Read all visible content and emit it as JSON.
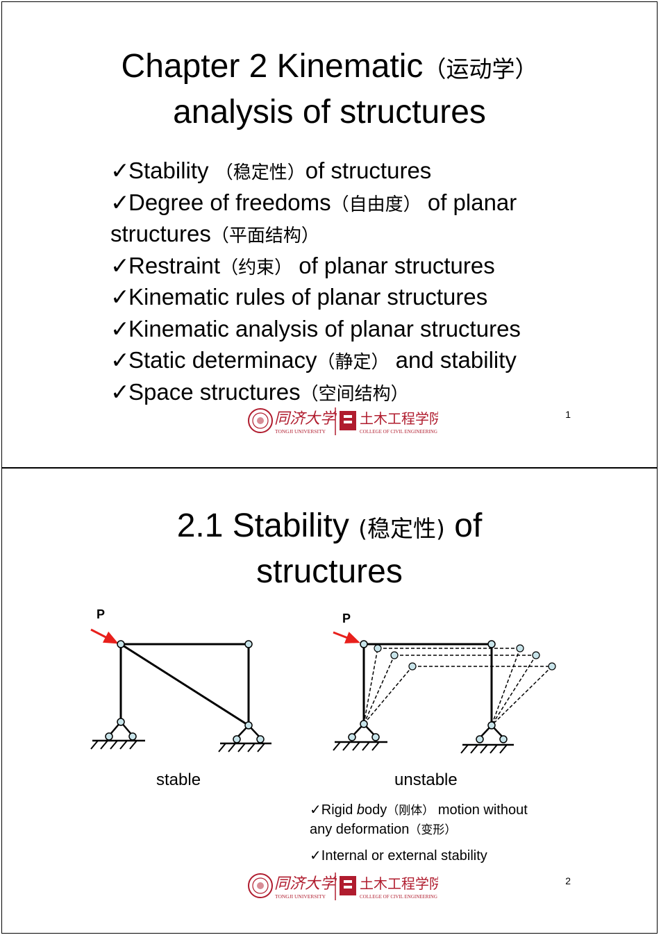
{
  "slide1": {
    "title_line1_en": "Chapter 2 Kinematic",
    "title_line1_cn": "（运动学）",
    "title_line2": "analysis of structures",
    "bullets": [
      {
        "check": "✓",
        "en": "Stability ",
        "cn": "（稳定性）",
        "en2": "of structures"
      },
      {
        "check": "✓",
        "en": "Degree of freedoms",
        "cn": "（自由度）",
        "en2": " of planar"
      },
      {
        "check": "",
        "en": "structures",
        "cn": "（平面结构）",
        "en2": ""
      },
      {
        "check": "✓",
        "en": "Restraint",
        "cn": "（约束）",
        "en2": " of planar structures"
      },
      {
        "check": "✓",
        "en": "Kinematic rules of planar structures",
        "cn": "",
        "en2": ""
      },
      {
        "check": "✓",
        "en": "Kinematic analysis of planar structures",
        "cn": "",
        "en2": ""
      },
      {
        "check": "✓",
        "en": "Static determinacy",
        "cn": "（静定）",
        "en2": " and stability"
      },
      {
        "check": "✓",
        "en": "Space structures",
        "cn": "（空间结构）",
        "en2": ""
      }
    ],
    "page_number": "1"
  },
  "slide2": {
    "title_line1_en": "2.1 Stability ",
    "title_line1_cn": "(稳定性)",
    "title_line1_en2": " of",
    "title_line2": "structures",
    "load_label_left": "P",
    "load_label_right": "P",
    "caption_left": "stable",
    "caption_right": "unstable",
    "note1_check": "✓",
    "note1_a": "Rigid ",
    "note1_b": "b",
    "note1_c": "ody",
    "note1_cn": "（刚体）",
    "note1_d": " motion without",
    "note2_en": "any deformation",
    "note2_cn": "（变形）",
    "note3_check": "✓",
    "note3": "Internal or external stability",
    "page_number": "2"
  },
  "footer": {
    "university_cn": "同济大学",
    "university_en": "TONGJI UNIVERSITY",
    "college_cn": "土木工程学院",
    "college_en": "COLLEGE OF CIVIL ENGINEERING"
  },
  "colors": {
    "arrow": "#e8201c",
    "hinge_fill": "#c8e4ea",
    "logo_red": "#b01c2e"
  }
}
